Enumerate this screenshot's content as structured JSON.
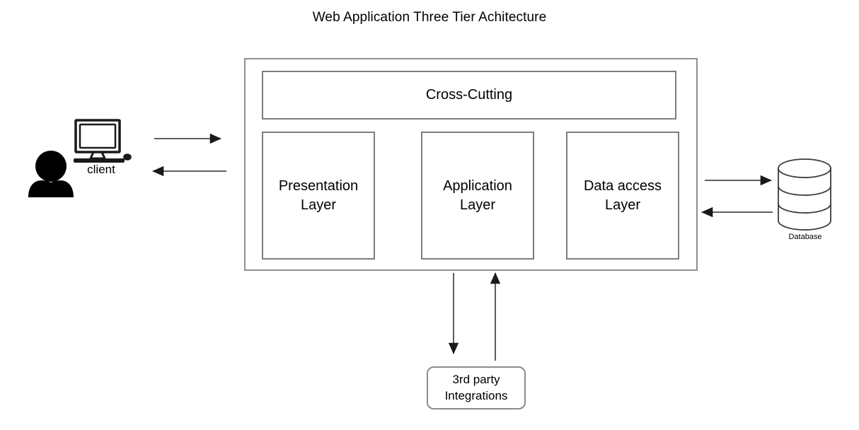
{
  "diagram": {
    "title": "Web Application Three Tier Achitecture",
    "background_color": "#ffffff",
    "stroke_color": "#8c8c8c",
    "text_color": "#000000",
    "arrow_color": "#1a1a1a"
  },
  "actors": {
    "client": {
      "label": "client",
      "icons": [
        "user-icon",
        "desktop-computer-icon"
      ]
    },
    "database": {
      "label": "Database",
      "icons": [
        "database-cylinder-icon"
      ]
    }
  },
  "server": {
    "cross_cutting": {
      "label": "Cross-Cutting"
    },
    "layers": [
      {
        "line1": "Presentation",
        "line2": "Layer"
      },
      {
        "line1": "Application",
        "line2": "Layer"
      },
      {
        "line1": "Data access",
        "line2": "Layer"
      }
    ]
  },
  "external": {
    "third_party": {
      "line1": "3rd party",
      "line2": "Integrations"
    }
  },
  "connections": [
    {
      "name": "client-to-server",
      "direction": "right"
    },
    {
      "name": "server-to-client",
      "direction": "left"
    },
    {
      "name": "server-to-database",
      "direction": "right"
    },
    {
      "name": "database-to-server",
      "direction": "left"
    },
    {
      "name": "server-to-third-party",
      "direction": "down"
    },
    {
      "name": "third-party-to-server",
      "direction": "up"
    }
  ]
}
